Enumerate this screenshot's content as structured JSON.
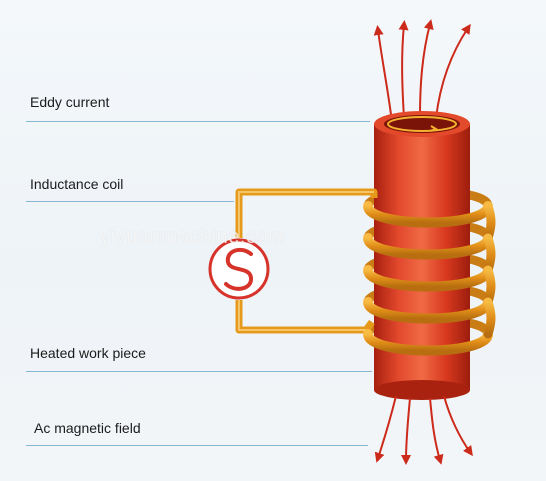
{
  "labels": {
    "eddy_current": "Eddy current",
    "inductance_coil": "Inductance coil",
    "heated_work_piece": "Heated work piece",
    "ac_magnetic_field": "Ac magnetic field"
  },
  "watermark": "yiyuanmachine.com",
  "colors": {
    "workpiece": "#d63a22",
    "coil": "#e59a1c",
    "field_arrow": "#cc2a1a",
    "rule": "#86b8d6",
    "source_circle": "#d6332a"
  },
  "icons": {
    "ac_source": "ac-source-icon"
  }
}
